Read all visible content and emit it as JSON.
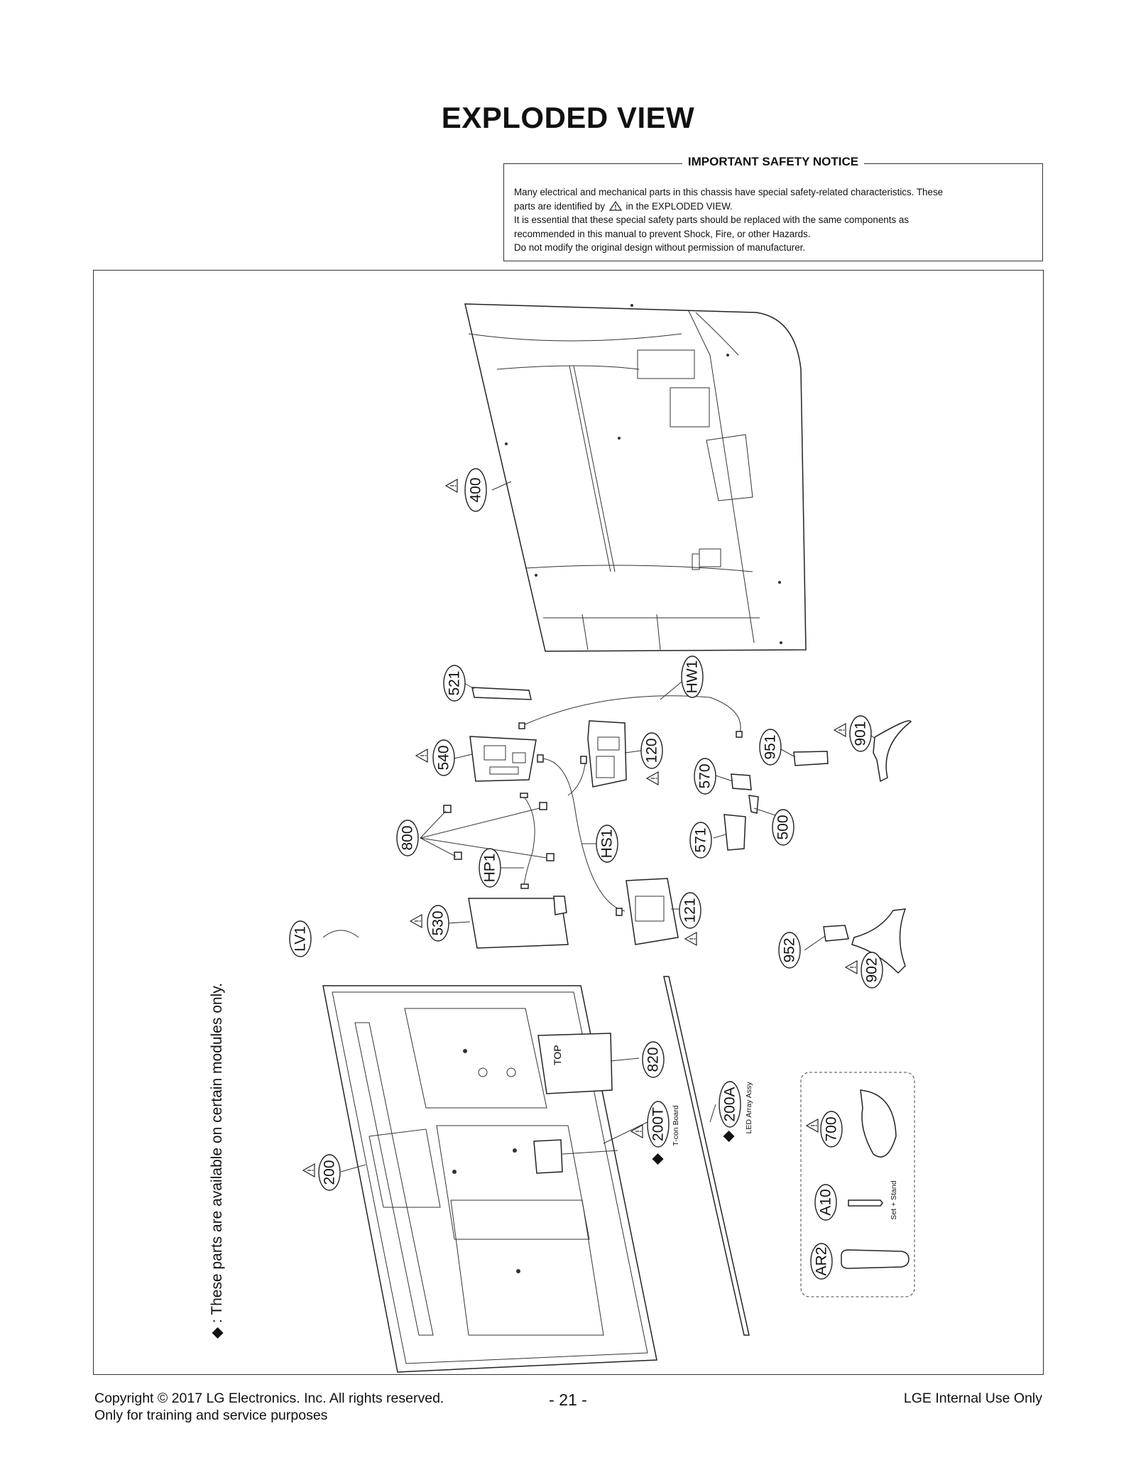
{
  "title": "EXPLODED VIEW",
  "notice": {
    "heading": "IMPORTANT SAFETY NOTICE",
    "line1": "Many electrical and mechanical parts in this chassis have special safety-related characteristics. These",
    "line2_before": "parts are identified by",
    "line2_after": "in the EXPLODED VIEW.",
    "line3": "It is essential that these special safety parts should be replaced with the same components as",
    "line4": "recommended in this manual to prevent Shock, Fire, or other Hazards.",
    "line5": "Do not modify the original design without permission of manufacturer."
  },
  "diagram": {
    "note_symbol": "◆",
    "note_text": ": These parts are available on certain modules only.",
    "sublabels": {
      "tcon": "T-con Board",
      "led": "LED Array Assy",
      "stand": "Set + Stand"
    },
    "callouts": {
      "c400": "400",
      "c521": "521",
      "cHW1": "HW1",
      "c540": "540",
      "c120": "120",
      "c570": "570",
      "c951": "951",
      "c901": "901",
      "c800": "800",
      "cHP1": "HP1",
      "cHS1": "HS1",
      "c571": "571",
      "c500": "500",
      "cLV1": "LV1",
      "c530": "530",
      "c121": "121",
      "c952": "952",
      "c902": "902",
      "c820": "820",
      "c200A": "200A",
      "c200T": "200T",
      "c700": "700",
      "c200": "200",
      "cA10": "A10",
      "cAR2": "AR2"
    }
  },
  "footer": {
    "copyright": "Copyright  © 2017  LG Electronics. Inc. All rights reserved.",
    "training": "Only for training and service purposes",
    "page": "- 21 -",
    "internal": "LGE Internal Use Only"
  }
}
